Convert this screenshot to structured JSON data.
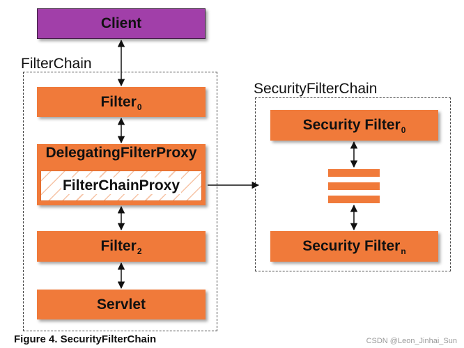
{
  "client": "Client",
  "filter_chain": {
    "label": "FilterChain",
    "filter0": {
      "text": "Filter",
      "sub": "0"
    },
    "delegating": "DelegatingFilterProxy",
    "proxy": "FilterChainProxy",
    "filter2": {
      "text": "Filter",
      "sub": "2"
    },
    "servlet": "Servlet"
  },
  "security_filter_chain": {
    "label": "SecurityFilterChain",
    "filter0": {
      "text": "Security Filter",
      "sub": "0"
    },
    "filtern": {
      "text": "Security Filter",
      "sub": "n"
    }
  },
  "caption": "Figure 4. SecurityFilterChain",
  "watermark": "CSDN @Leon_Jinhai_Sun",
  "colors": {
    "filter": "#f07a3a",
    "client": "#a13fa9"
  }
}
